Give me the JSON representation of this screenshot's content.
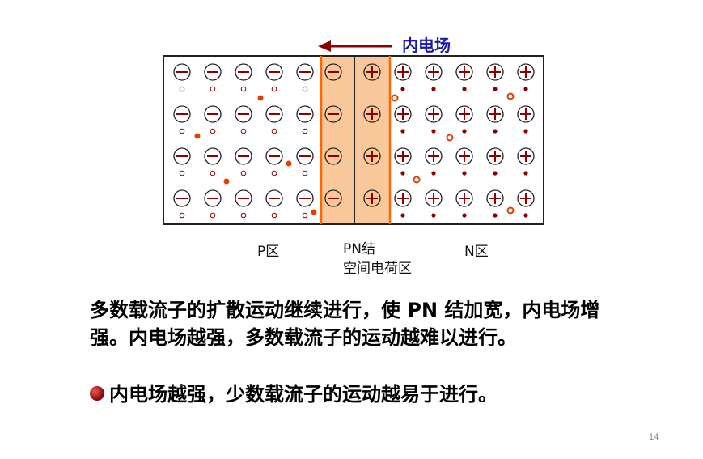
{
  "diagram": {
    "field_label": "内电场",
    "p_label": "P区",
    "pn_label_line1": "PN结",
    "pn_label_line2": "空间电荷区",
    "n_label": "N区",
    "colors": {
      "ion": "#8b0000",
      "depletion_fill": "#f9c89a",
      "boundary": "#ff6600",
      "arrow": "#8b0000",
      "field_text": "#1a1aa0",
      "hole": "#e04000"
    }
  },
  "paragraph1": "多数载流子的扩散运动继续进行，使 PN 结加宽，内电场增强。内电场越强，多数载流子的运动越难以进行。",
  "bullet": "内电场越强，少数载流子的运动越易于进行。",
  "page_number": "14"
}
